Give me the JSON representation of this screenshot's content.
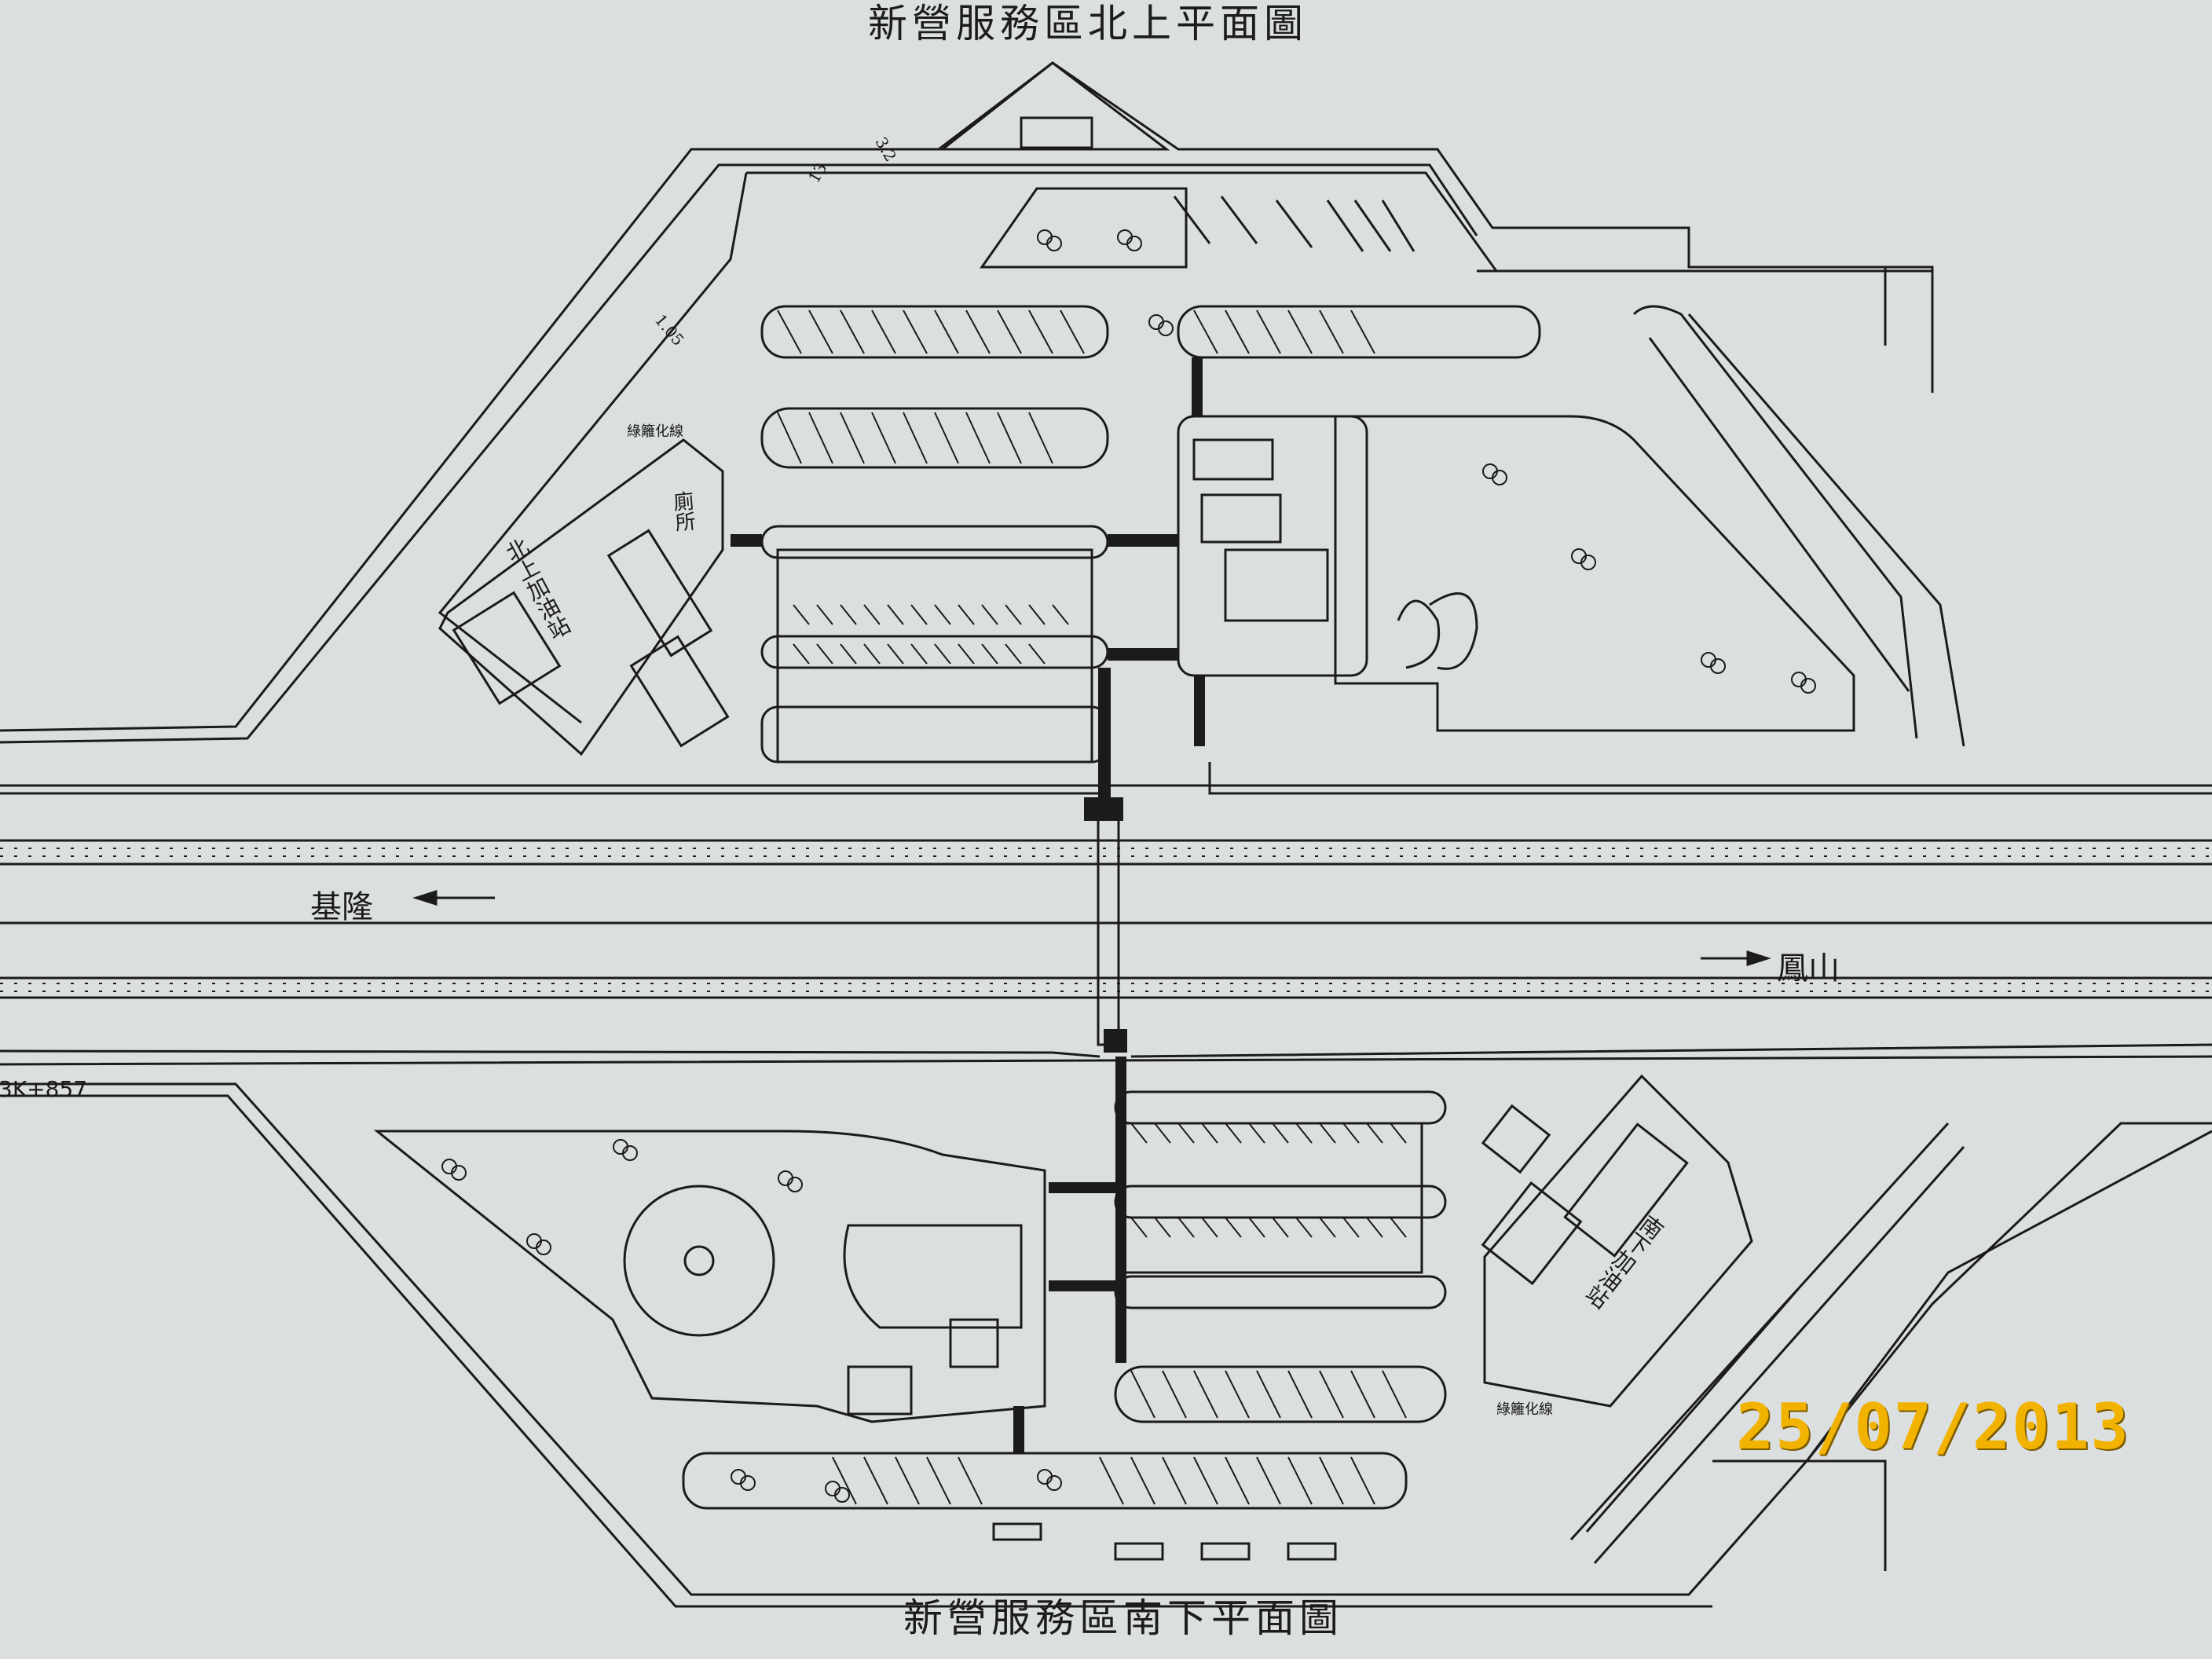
{
  "plan": {
    "title_north": "新營服務區北上平面圖",
    "title_south": "新營服務區南下平面圖",
    "direction_north_label": "基隆",
    "direction_south_label": "鳳山",
    "km_marker": "3K+857",
    "gas_station_north": "北上加油站",
    "gas_station_south": "南下加油站",
    "toilet_label": "廁所",
    "green_belt_north": "綠籬化線",
    "green_belt_south": "綠籬化線",
    "dim_a": "13",
    "dim_b": "3.2",
    "dim_c": "1.05"
  },
  "photo": {
    "date_stamp": "25/07/2013",
    "date_color": "#f2b300"
  }
}
